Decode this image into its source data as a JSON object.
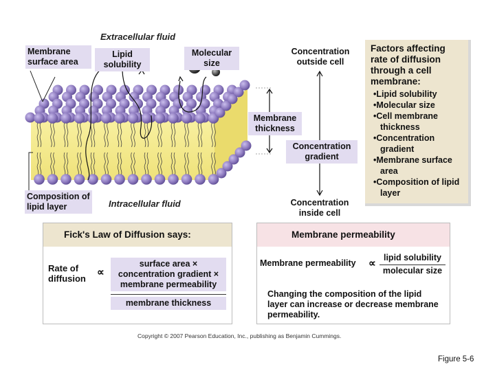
{
  "diagram": {
    "extracellular_label": "Extracellular fluid",
    "intracellular_label": "Intracellular fluid",
    "membrane_surface_area_label": "Membrane surface area",
    "lipid_solubility_label": "Lipid solubility",
    "molecular_size_label": "Molecular size",
    "composition_label": "Composition of lipid layer",
    "membrane_thickness_label": "Membrane thickness",
    "conc_outside_label": "Concentration outside cell",
    "conc_gradient_label": "Concentration gradient",
    "conc_inside_label": "Concentration inside cell"
  },
  "factors": {
    "title": "Factors affecting rate of diffusion through a cell membrane:",
    "items": [
      "Lipid solubility",
      "Molecular size",
      "Cell membrane thickness",
      "Concentration gradient",
      "Membrane surface area",
      "Composition of lipid layer"
    ]
  },
  "ficks": {
    "heading_bold": "Fick's Law of Diffusion",
    "heading_rest": " says:",
    "rate_label": "Rate of diffusion",
    "proportional": "∝",
    "numerator_1": "surface area ×",
    "numerator_2": "concentration gradient ×",
    "numerator_3": "membrane permeability",
    "denominator": "membrane thickness"
  },
  "permeability": {
    "heading": "Membrane permeability",
    "lhs": "Membrane permeability",
    "proportional": "∝",
    "numerator": "lipid solubility",
    "denominator": "molecular size",
    "note": "Changing the composition of the lipid layer can increase or decrease membrane permeability."
  },
  "copyright": "Copyright © 2007 Pearson Education, Inc., publishing as Benjamin Cummings.",
  "figure_label": "Figure 5-6",
  "colors": {
    "lavender": "#e2dcf0",
    "tan": "#ede5cf",
    "pink": "#f7e2e5",
    "lipid_head": "#8f7cc0",
    "lipid_core": "#f3e886"
  }
}
